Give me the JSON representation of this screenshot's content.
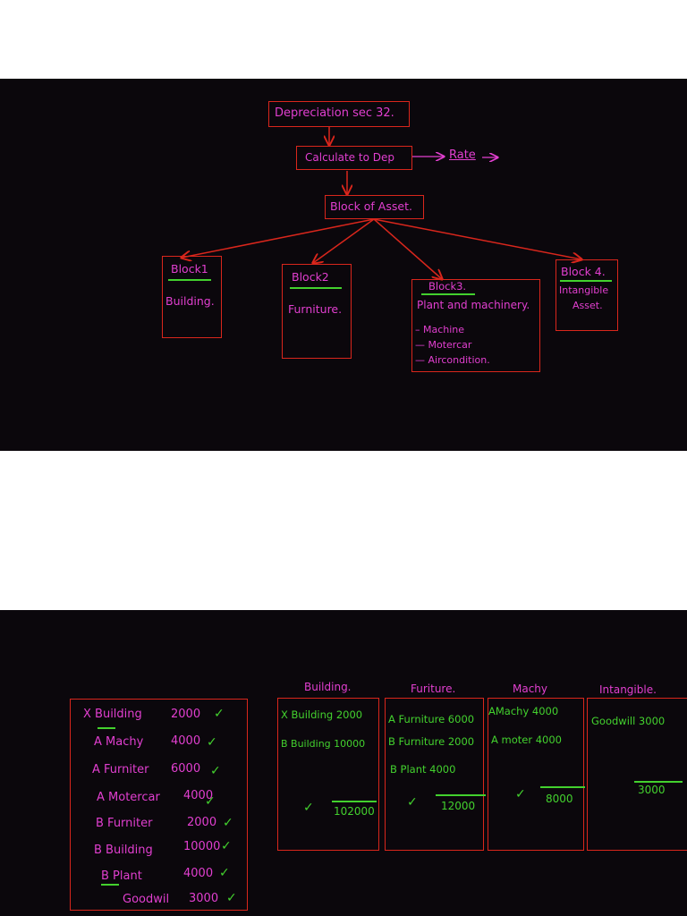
{
  "board1": {
    "root": "Depreciation sec 32.",
    "calc": "Calculate to Dep",
    "rate": "Rate",
    "block_of_asset": "Block of Asset.",
    "blocks": [
      {
        "title": "Block1",
        "items": [
          "Building."
        ]
      },
      {
        "title": "Block2",
        "items": [
          "Furniture."
        ]
      },
      {
        "title": "Block3.",
        "heading": "Plant and machinery.",
        "items": [
          "– Machine",
          "— Motercar",
          "— Aircondition."
        ]
      },
      {
        "title": "Block 4.",
        "items": [
          "Intangible",
          "Asset."
        ]
      }
    ]
  },
  "board2": {
    "list": [
      {
        "label": "X Building",
        "value": "2000"
      },
      {
        "label": "A Machy",
        "value": "4000"
      },
      {
        "label": "A Furniter",
        "value": "6000"
      },
      {
        "label": "A Motercar",
        "value": "4000"
      },
      {
        "label": "B Furniter",
        "value": "2000"
      },
      {
        "label": "B Building",
        "value": "10000"
      },
      {
        "label": "B Plant",
        "value": "4000"
      },
      {
        "label": "Goodwil",
        "value": "3000"
      }
    ],
    "columns": [
      {
        "header": "Building.",
        "entries": [
          "X Building 2000",
          "B Building 10000"
        ],
        "total": "102000"
      },
      {
        "header": "Furiture.",
        "entries": [
          "A Furniture 6000",
          "B Furniture 2000",
          "B Plant 4000"
        ],
        "total": "12000"
      },
      {
        "header": "Machy",
        "entries": [
          "AMachy 4000",
          "A moter 4000"
        ],
        "total": "8000"
      },
      {
        "header": "Intangible.",
        "entries": [
          "Goodwill 3000"
        ],
        "total": "3000"
      }
    ]
  },
  "colors": {
    "board": "#0b070c",
    "box": "#d9261c",
    "ink_pink": "#e23fd0",
    "ink_green": "#43d12e"
  }
}
